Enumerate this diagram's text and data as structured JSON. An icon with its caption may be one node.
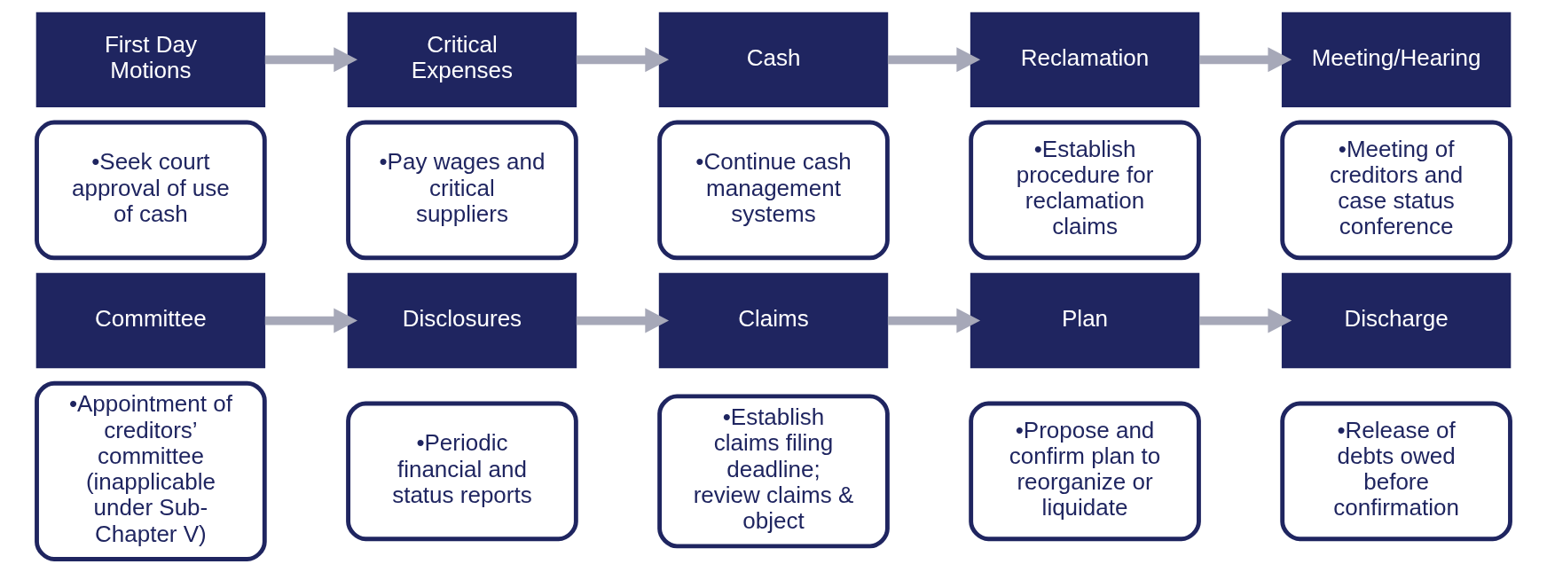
{
  "diagram": {
    "nodes": [
      {
        "text": [
          "First Day Motions"
        ]
      },
      {
        "text": [
          "•Seek court approval of use of cash"
        ]
      },
      {
        "text": [
          "Critical Expenses"
        ]
      },
      {
        "text": [
          "•Pay wages and critical suppliers"
        ]
      },
      {
        "text": [
          "Cash"
        ]
      },
      {
        "text": [
          "•Continue cash management systems"
        ]
      },
      {
        "text": [
          "Reclamation"
        ]
      },
      {
        "text": [
          "•Establish procedure for reclamation claims"
        ]
      },
      {
        "text": [
          "Meeting/Hearing"
        ]
      },
      {
        "text": [
          "•Meeting of creditors and case status conference"
        ]
      },
      {
        "text": [
          "Committee"
        ]
      },
      {
        "text": [
          "•Appointment of creditors’ committee (inapplicable under Sub-Chapter V)"
        ]
      },
      {
        "text": [
          "Disclosures"
        ]
      },
      {
        "text": [
          "•Periodic financial and status reports"
        ]
      },
      {
        "text": [
          "Claims"
        ]
      },
      {
        "text": [
          "•Establish claims filing deadline; review claims & object"
        ]
      },
      {
        "text": [
          "Plan"
        ]
      },
      {
        "text": [
          "•Propose and confirm plan to reorganize or liquidate"
        ]
      },
      {
        "text": [
          "Discharge"
        ]
      },
      {
        "text": [
          "•Release of debts owed before confirmation"
        ]
      }
    ],
    "edges": [
      {
        "from": 0,
        "to": 2,
        "arrow": "to"
      },
      {
        "from": 2,
        "to": 4,
        "arrow": "to"
      },
      {
        "from": 4,
        "to": 6,
        "arrow": "to"
      },
      {
        "from": 6,
        "to": 8,
        "arrow": "to"
      },
      {
        "from": 10,
        "to": 12,
        "arrow": "to"
      },
      {
        "from": 12,
        "to": 14,
        "arrow": "to"
      },
      {
        "from": 14,
        "to": 16,
        "arrow": "to"
      },
      {
        "from": 16,
        "to": 18,
        "arrow": "to"
      }
    ]
  }
}
